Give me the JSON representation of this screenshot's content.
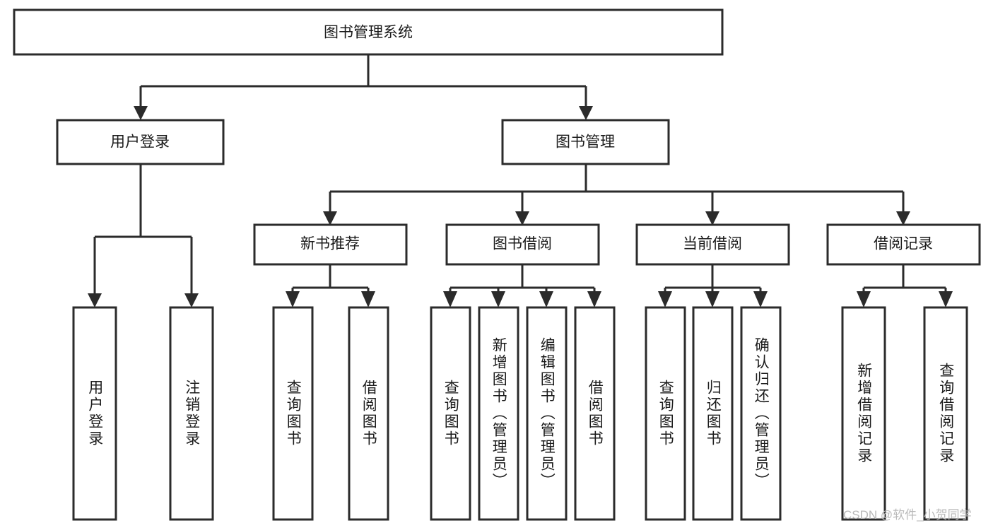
{
  "diagram": {
    "type": "tree-hierarchy",
    "title": "图书管理系统",
    "background_color": "#ffffff",
    "line_color": "#2b2b2b",
    "text_color": "#1b1b1b",
    "root": {
      "label": "图书管理系统"
    },
    "level2": [
      {
        "label": "用户登录"
      },
      {
        "label": "图书管理"
      }
    ],
    "level3": [
      {
        "label": "新书推荐"
      },
      {
        "label": "图书借阅"
      },
      {
        "label": "当前借阅"
      },
      {
        "label": "借阅记录"
      }
    ],
    "leaves": {
      "user_login": [
        {
          "label": "用户登录"
        },
        {
          "label": "注销登录"
        }
      ],
      "new_book_recommend": [
        {
          "label": "查询图书"
        },
        {
          "label": "借阅图书"
        }
      ],
      "book_borrow": [
        {
          "label": "查询图书"
        },
        {
          "label": "新增图书（管理员）"
        },
        {
          "label": "编辑图书（管理员）"
        },
        {
          "label": "借阅图书"
        }
      ],
      "current_borrow": [
        {
          "label": "查询图书"
        },
        {
          "label": "归还图书"
        },
        {
          "label": "确认归还（管理员）"
        }
      ],
      "borrow_record": [
        {
          "label": "新增借阅记录"
        },
        {
          "label": "查询借阅记录"
        }
      ]
    }
  },
  "watermark": {
    "text": "CSDN @软件_小贺同学",
    "color": "#b9b9b9"
  }
}
